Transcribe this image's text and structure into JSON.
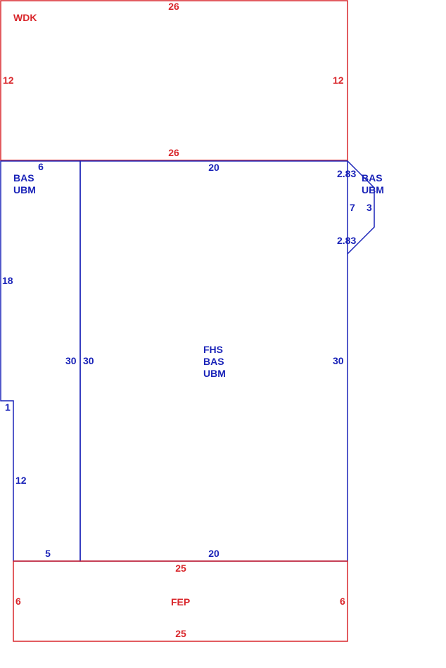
{
  "colors": {
    "red": "#d9262b",
    "blue": "#1a23b8"
  },
  "wdk": {
    "label": "WDK",
    "top": "26",
    "bottom": "26",
    "left": "12",
    "right": "12"
  },
  "bas_left": {
    "label1": "BAS",
    "label2": "UBM",
    "top": "6",
    "left_upper": "18",
    "step": "1",
    "left_lower": "12",
    "bottom": "5",
    "right": "30"
  },
  "fhs": {
    "label1": "FHS",
    "label2": "BAS",
    "label3": "UBM",
    "top": "20",
    "bottom": "20",
    "left": "30",
    "right": "30"
  },
  "bay": {
    "label1": "BAS",
    "label2": "UBM",
    "diag_top": "2.83",
    "diag_bottom": "2.83",
    "inner": "7",
    "outer": "3"
  },
  "fep": {
    "label": "FEP",
    "top": "25",
    "bottom": "25",
    "left": "6",
    "right": "6"
  }
}
